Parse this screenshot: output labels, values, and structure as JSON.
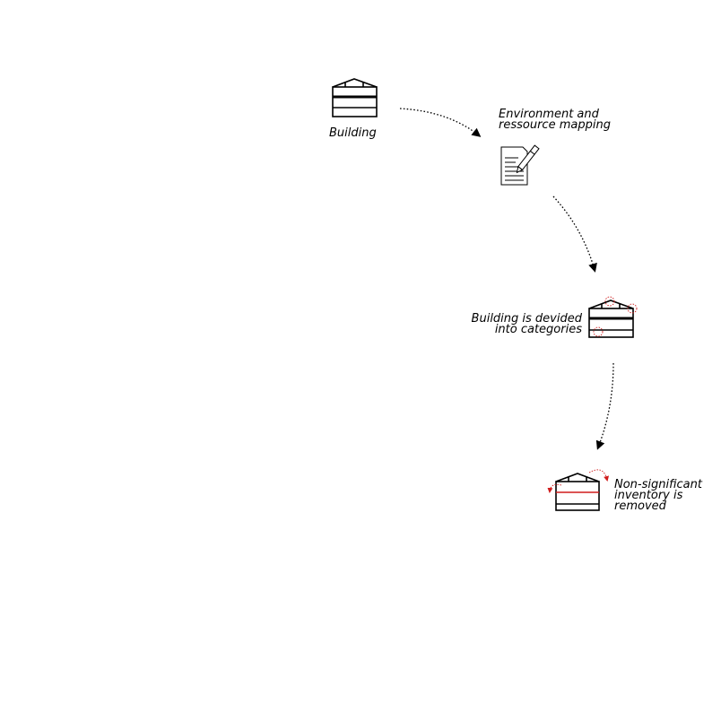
{
  "diagram": {
    "colors": {
      "ink": "#000000",
      "accent": "#d01c1c"
    },
    "steps": [
      {
        "id": "building",
        "icon": "building-icon",
        "label_lines": [
          "Building"
        ]
      },
      {
        "id": "mapping",
        "icon": "document-pen-icon",
        "label_lines": [
          "Environment and",
          "ressource mapping"
        ]
      },
      {
        "id": "categories",
        "icon": "building-categories-icon",
        "label_lines": [
          "Building is devided",
          "into categories"
        ]
      },
      {
        "id": "removed",
        "icon": "building-removed-icon",
        "label_lines": [
          "Non-significant",
          "inventory is",
          "removed"
        ]
      }
    ]
  }
}
